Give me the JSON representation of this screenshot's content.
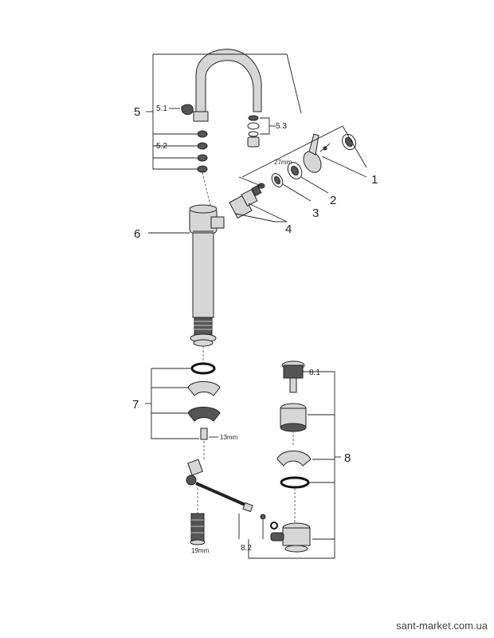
{
  "callouts": {
    "c1": "1",
    "c2": "2",
    "c3": "3",
    "c4": "4",
    "c5": "5",
    "c5_1": "5.1",
    "c5_2": "5.2",
    "c5_3": "5.3",
    "c6": "6",
    "c7": "7",
    "c8": "8",
    "c8_1": "8.1",
    "c8_2": "8.2"
  },
  "dimensions": {
    "d27": "27mm",
    "d13": "13mm",
    "d19": "19mm"
  },
  "watermark": "sant-market.com.ua"
}
